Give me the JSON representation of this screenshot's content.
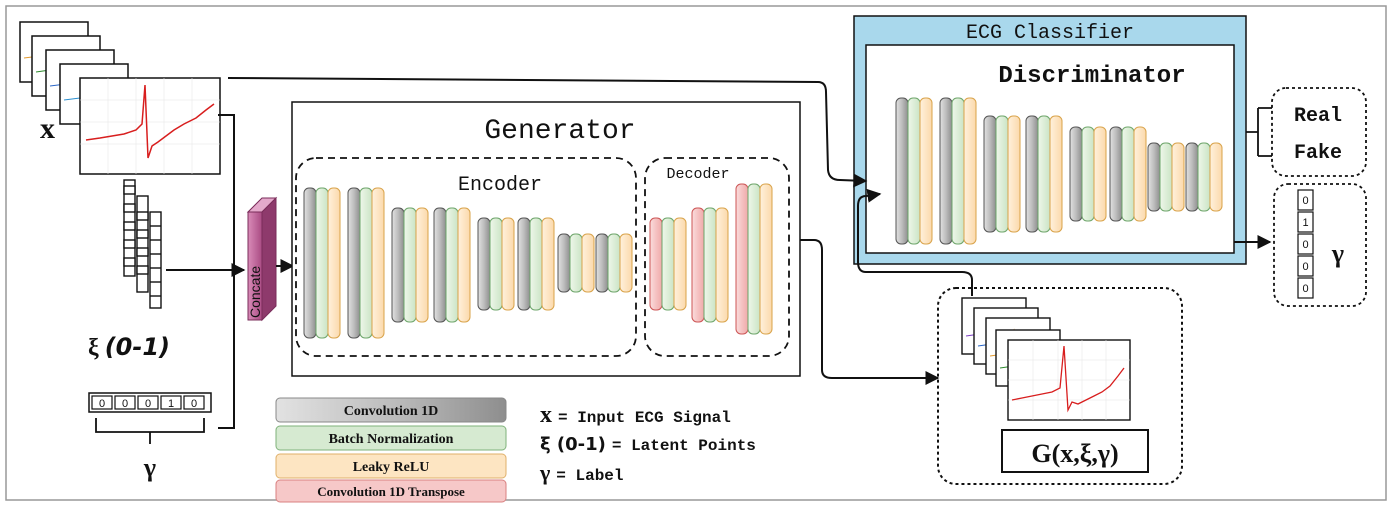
{
  "generator": {
    "title": "Generator",
    "encoder": "Encoder",
    "decoder": "Decoder",
    "concat": "Concate"
  },
  "classifier": {
    "title": "ECG Classifier",
    "discriminator": "Discriminator"
  },
  "outputs": {
    "real": "Real",
    "fake": "Fake",
    "label_vector": [
      "0",
      "1",
      "0",
      "0",
      "0"
    ],
    "label_symbol": "γ"
  },
  "inputs": {
    "x_symbol": "x",
    "xi_symbol": "ξ",
    "xi_range": "(0-1)",
    "label_vector": [
      "0",
      "0",
      "0",
      "1",
      "0"
    ],
    "label_symbol": "γ"
  },
  "generated_output": {
    "label": "G(x,ξ,γ)"
  },
  "legend": [
    {
      "label": "Convolution 1D",
      "color": "#c8c8c8"
    },
    {
      "label": "Batch Normalization",
      "color": "#d6ead1"
    },
    {
      "label": "Leaky ReLU",
      "color": "#fde5c2"
    },
    {
      "label": "Convolution 1D Transpose",
      "color": "#f6c8c8"
    }
  ],
  "definitions": [
    {
      "symbol": "x",
      "text": "= Input ECG Signal"
    },
    {
      "symbol": "ξ (0-1)",
      "text": "= Latent Points"
    },
    {
      "symbol": "γ",
      "text": "= Label"
    }
  ],
  "colors": {
    "classifier_bg": "#a9d8ec",
    "concat": "#c56da0",
    "border": "#111111"
  }
}
